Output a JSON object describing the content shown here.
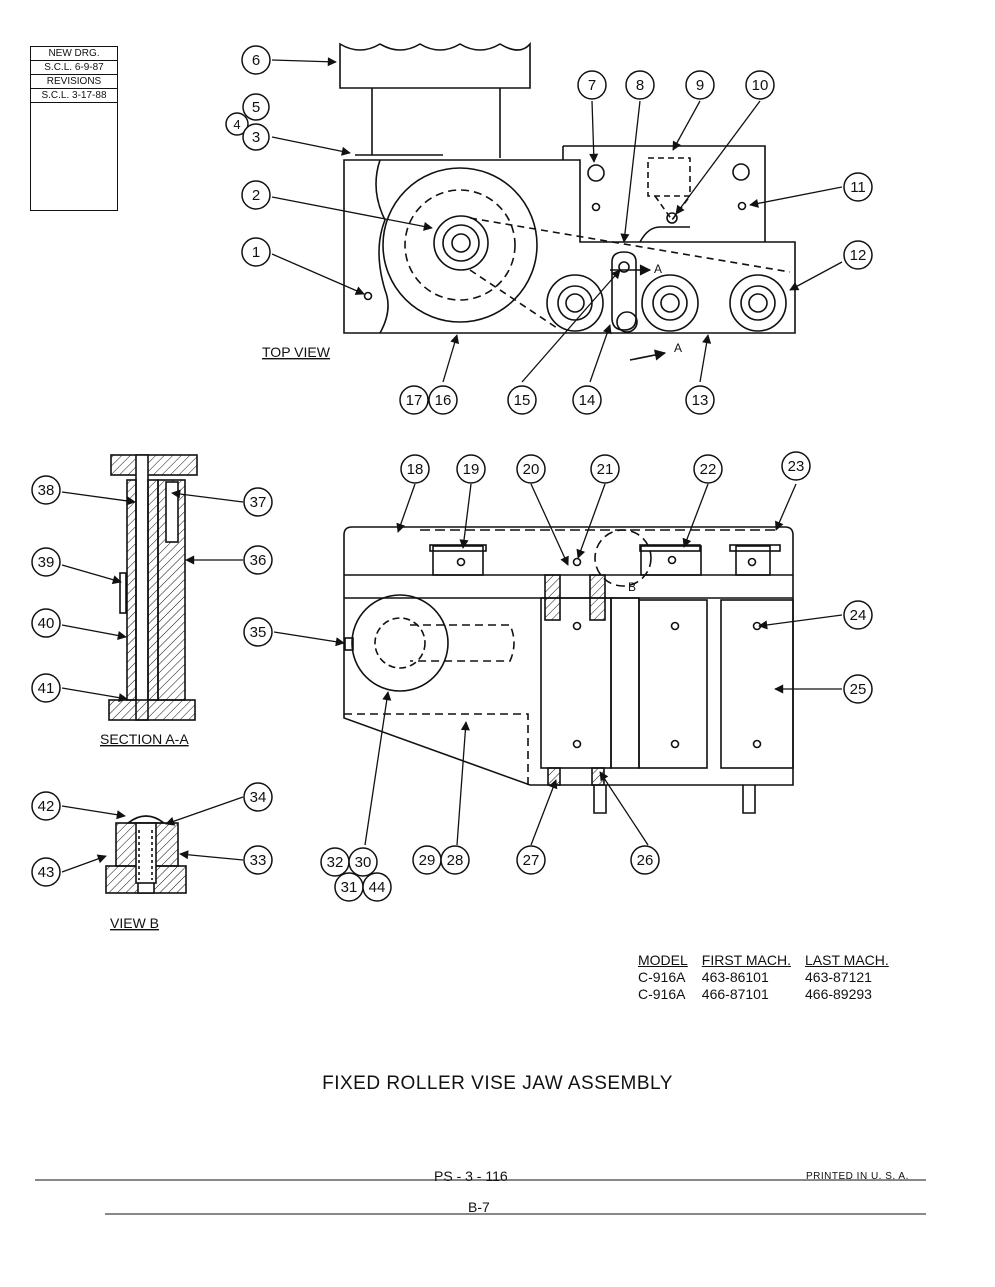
{
  "revision_block": {
    "new_drawing_label": "NEW DRG.",
    "new_drawing_date": "S.C.L. 6-9-87",
    "revisions_label": "REVISIONS",
    "revision_1": "S.C.L. 3-17-88"
  },
  "views": {
    "top_view": "TOP VIEW",
    "section_aa": "SECTION A-A",
    "view_b": "VIEW B",
    "section_marker": "A",
    "detail_marker": "B"
  },
  "callouts": [
    "1",
    "2",
    "3",
    "4",
    "5",
    "6",
    "7",
    "8",
    "9",
    "10",
    "11",
    "12",
    "13",
    "14",
    "15",
    "16",
    "17",
    "18",
    "19",
    "20",
    "21",
    "22",
    "23",
    "24",
    "25",
    "26",
    "27",
    "28",
    "29",
    "30",
    "31",
    "32",
    "33",
    "34",
    "35",
    "36",
    "37",
    "38",
    "39",
    "40",
    "41",
    "42",
    "43",
    "44"
  ],
  "model_table": {
    "headers": [
      "MODEL",
      "FIRST MACH.",
      "LAST MACH."
    ],
    "rows": [
      [
        "C-916A",
        "463-86101",
        "463-87121"
      ],
      [
        "C-916A",
        "466-87101",
        "466-89293"
      ]
    ]
  },
  "title": "FIXED ROLLER VISE JAW ASSEMBLY",
  "footer": {
    "doc_number": "PS - 3 - 116",
    "printed": "PRINTED IN U. S. A.",
    "page": "B-7"
  }
}
